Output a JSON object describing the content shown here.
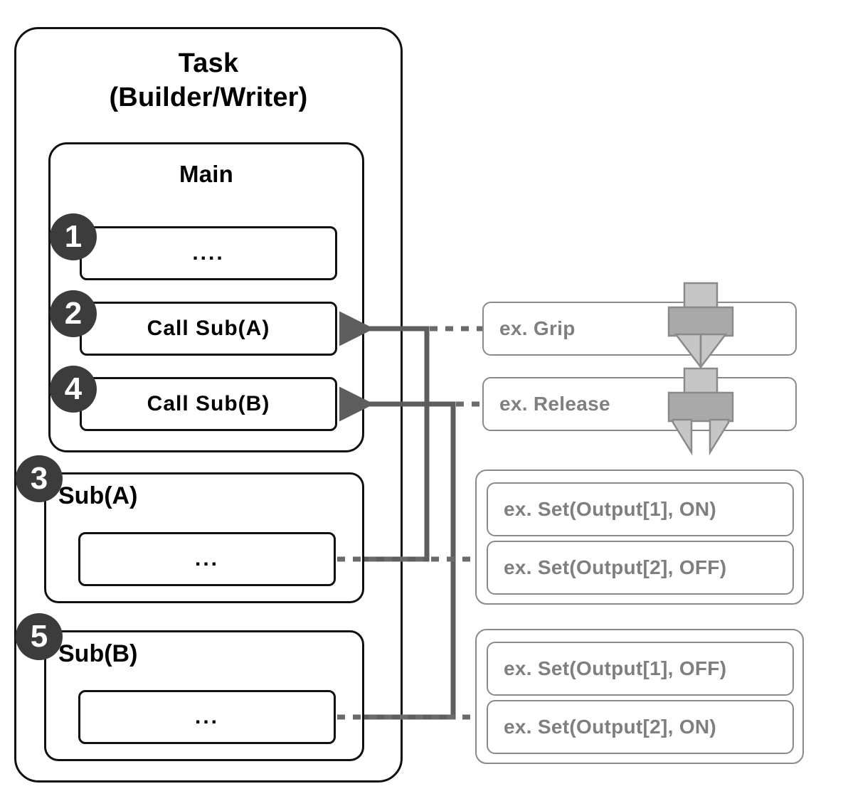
{
  "diagram": {
    "task": {
      "title_line1": "Task",
      "title_line2": "(Builder/Writer)"
    },
    "main": {
      "title": "Main",
      "statements": [
        {
          "badge": "1",
          "text": "...."
        },
        {
          "badge": "2",
          "text": "Call Sub(A)"
        },
        {
          "badge": "4",
          "text": "Call Sub(B)"
        }
      ]
    },
    "subroutines": [
      {
        "badge": "3",
        "label": "Sub(A)",
        "body_text": "..."
      },
      {
        "badge": "5",
        "label": "Sub(B)",
        "body_text": "..."
      }
    ],
    "examples": {
      "gripper_actions": [
        {
          "label": "ex. Grip",
          "icon": "gripper-closed-icon"
        },
        {
          "label": "ex. Release",
          "icon": "gripper-open-icon"
        }
      ],
      "output_groups": [
        {
          "items": [
            "ex. Set(Output[1], ON)",
            "ex. Set(Output[2], OFF)"
          ]
        },
        {
          "items": [
            "ex. Set(Output[1], OFF)",
            "ex. Set(Output[2], ON)"
          ]
        }
      ]
    },
    "colors": {
      "outline": "#111111",
      "example_outline": "#8a8a8a",
      "example_text": "#7f7f7f",
      "badge_fill": "#3c3c3c",
      "badge_text": "#ffffff",
      "connector": "#5e5e5e",
      "gripper_light": "#c6c6c6",
      "gripper_dark": "#a9a9a9",
      "gripper_stroke": "#8a8a8a"
    }
  }
}
